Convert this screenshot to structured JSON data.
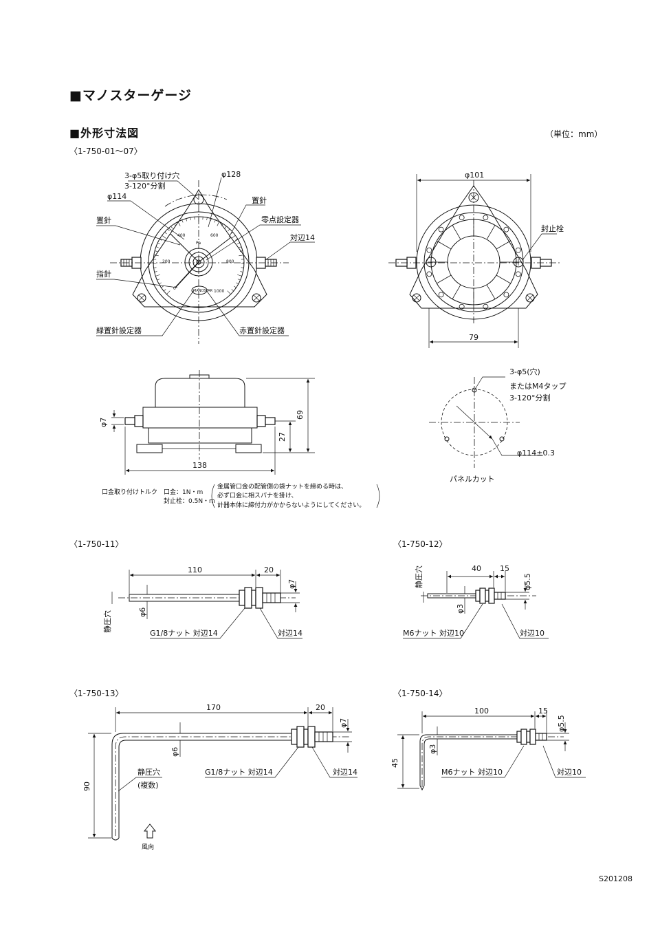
{
  "title": "■マノスターゲージ",
  "subtitle": "■外形寸法図",
  "unit": "（単位：mm）",
  "doc_code": "S201208",
  "models": {
    "m0107": "〈1-750-01～07〉",
    "m11": "〈1-750-11〉",
    "m12": "〈1-750-12〉",
    "m13": "〈1-750-13〉",
    "m14": "〈1-750-14〉"
  },
  "front": {
    "holes1": "3-φ5取り付け穴",
    "holes2": "3-120°分割",
    "d128": "φ128",
    "d114": "φ114",
    "set_needle_l": "置針",
    "set_needle_r": "置針",
    "zero": "零点設定器",
    "across14": "対辺14",
    "pointer": "指針",
    "green_set": "緑置針設定器",
    "red_set": "赤置針設定器",
    "dial_pa": "Pa",
    "dial_200": "200",
    "dial_400": "400",
    "dial_600": "600",
    "dial_800": "800",
    "dial_1000": "1000",
    "dial_0": "0",
    "brand": "MANOSTAR"
  },
  "back": {
    "d101": "φ101",
    "seal_plug": "封止栓",
    "d79": "79"
  },
  "side": {
    "d7": "φ7",
    "h69": "69",
    "h27": "27",
    "w138": "138"
  },
  "panel": {
    "holes": "3-φ5(穴)",
    "tap": "またはM4タップ",
    "div": "3-120°分割",
    "d114": "φ114±0.3",
    "name": "パネルカット"
  },
  "notes": {
    "torque1": "口金取り付けトルク　口金：1N・m",
    "torque2": "封止栓：0.5N・m",
    "caution1": "金属管口金の配管側の袋ナットを締める時は、",
    "caution2": "必ず口金に相スパナを掛け、",
    "caution3": "計器本体に締付力がかからないようにしてください。"
  },
  "m11": {
    "l110": "110",
    "l20": "20",
    "d7": "φ7",
    "d6": "φ6",
    "port": "静圧穴",
    "nut": "G1/8ナット 対辺14",
    "across": "対辺14"
  },
  "m12": {
    "l40": "40",
    "l15": "15",
    "d55": "φ5.5",
    "d3": "φ3",
    "port": "静圧穴",
    "nut": "M6ナット 対辺10",
    "across": "対辺10"
  },
  "m13": {
    "l170": "170",
    "l20": "20",
    "d7": "φ7",
    "d6": "φ6",
    "h90": "90",
    "port1": "静圧穴",
    "port2": "(複数)",
    "nut": "G1/8ナット 対辺14",
    "across": "対辺14",
    "wind": "風向"
  },
  "m14": {
    "l100": "100",
    "l15": "15",
    "d55": "φ5.5",
    "d3": "φ3",
    "h45": "45",
    "nut": "M6ナット 対辺10",
    "across": "対辺10"
  }
}
